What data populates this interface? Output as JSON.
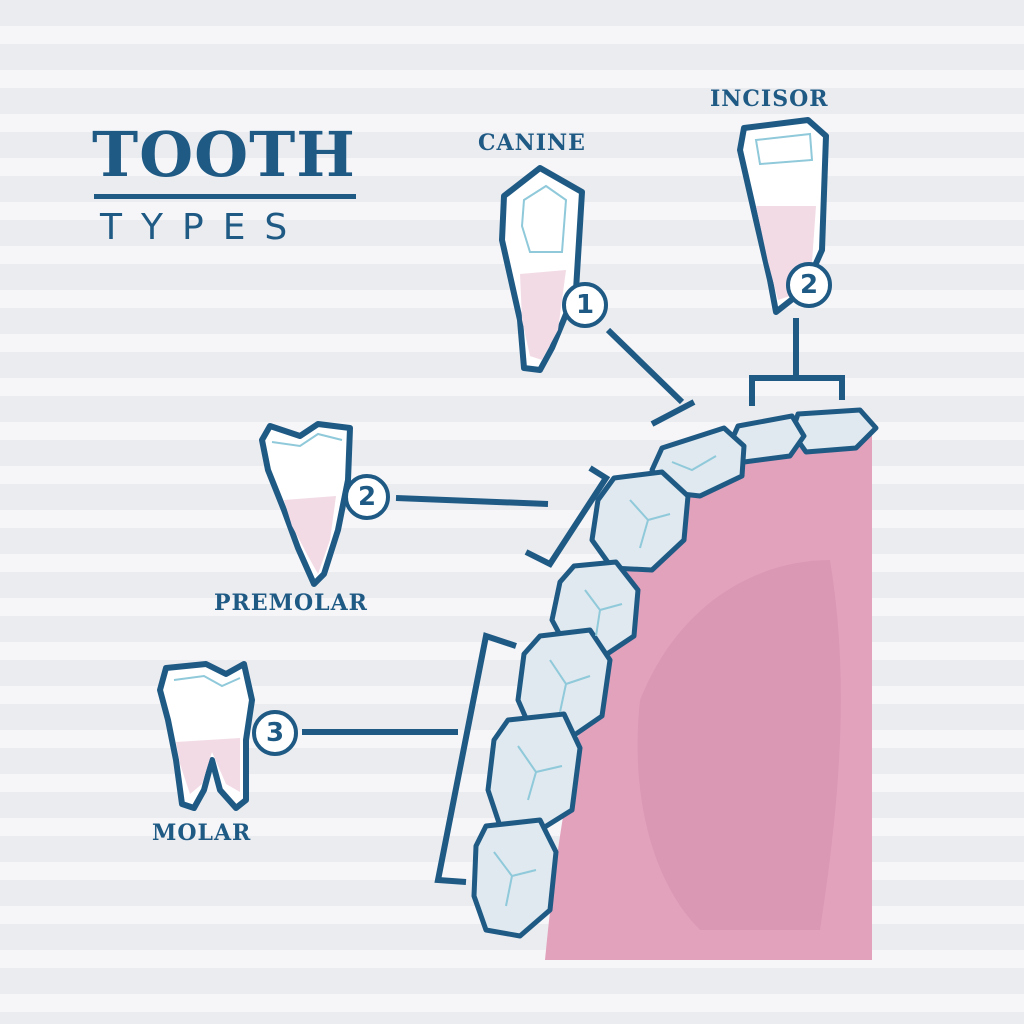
{
  "title": {
    "main": "TOOTH",
    "sub": "TYPES"
  },
  "teeth": [
    {
      "label": "CANINE",
      "count": "1"
    },
    {
      "label": "INCISOR",
      "count": "2"
    },
    {
      "label": "PREMOLAR",
      "count": "2"
    },
    {
      "label": "MOLAR",
      "count": "3"
    }
  ],
  "colors": {
    "outline": "#1f5a85",
    "enamel": "#dfe9ef",
    "enamel_crack": "#8fc9da",
    "gum": "#e2a2bc",
    "root_tint": "#f2dbe5"
  }
}
